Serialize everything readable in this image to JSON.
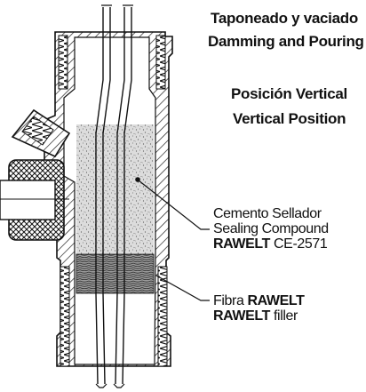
{
  "titles": {
    "es_process": "Taponeado y vaciado",
    "en_process": "Damming and Pouring",
    "es_position": "Posición Vertical",
    "en_position": "Vertical Position"
  },
  "callouts": {
    "compound": {
      "line1": "Cemento Sellador",
      "line2": "Sealing Compound",
      "brand": "RAWELT",
      "product": " CE-2571"
    },
    "filler": {
      "line1_prefix": "Fibra ",
      "brand": "RAWELT",
      "line2_brand": "RAWELT",
      "line2_suffix": " filler"
    }
  },
  "colors": {
    "ink": "#111111",
    "compound": "#d9d9d9",
    "filler": "#8a8a8a"
  }
}
